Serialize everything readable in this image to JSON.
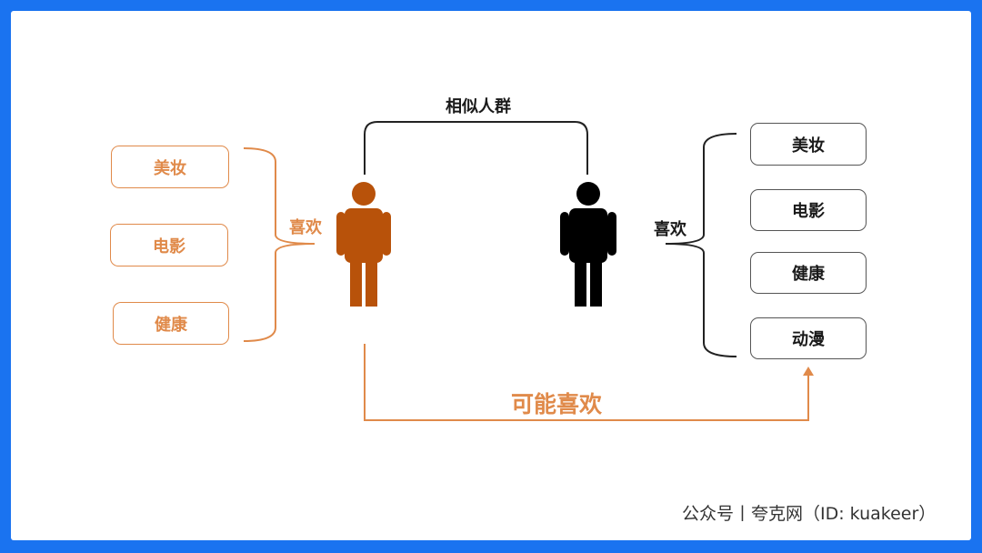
{
  "diagram": {
    "top_label": "相似人群",
    "left_likes_label": "喜欢",
    "right_likes_label": "喜欢",
    "bottom_label": "可能喜欢",
    "left_items": [
      "美妆",
      "电影",
      "健康"
    ],
    "right_items": [
      "美妆",
      "电影",
      "健康",
      "动漫"
    ]
  },
  "footer": {
    "watermark": "公众号丨夸克网（ID: kuakeer）"
  },
  "colors": {
    "accent_orange": "#e08a4a",
    "person_left": "#b8520a",
    "person_right": "#000000",
    "frame_blue": "#1a73f0"
  }
}
